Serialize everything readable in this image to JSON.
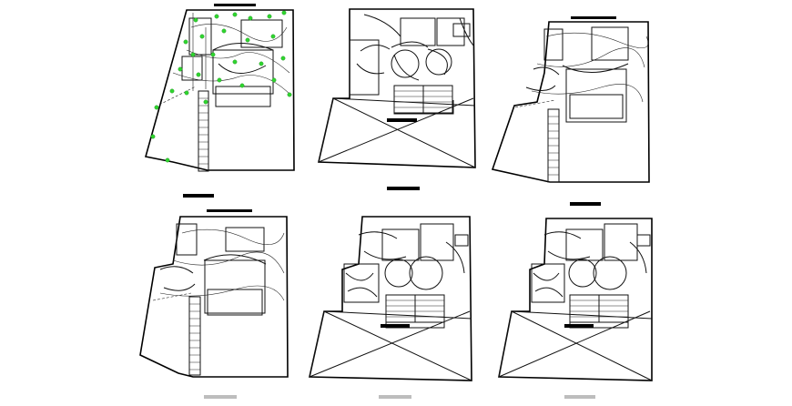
{
  "drawing": {
    "description_visible_text": "",
    "plans": [
      {
        "id": "plan-1",
        "row": 1,
        "col": 1,
        "has_green_fixtures": true,
        "has_hatched_site": false
      },
      {
        "id": "plan-2",
        "row": 1,
        "col": 2,
        "has_green_fixtures": false,
        "has_hatched_site": true
      },
      {
        "id": "plan-3",
        "row": 1,
        "col": 3,
        "has_green_fixtures": false,
        "has_hatched_site": false
      },
      {
        "id": "plan-4",
        "row": 2,
        "col": 1,
        "has_green_fixtures": false,
        "has_hatched_site": false
      },
      {
        "id": "plan-5",
        "row": 2,
        "col": 2,
        "has_green_fixtures": false,
        "has_hatched_site": true
      },
      {
        "id": "plan-6",
        "row": 2,
        "col": 3,
        "has_green_fixtures": false,
        "has_hatched_site": true
      }
    ],
    "colors": {
      "line": "#111111",
      "fixture": "#2fd52f",
      "caption_bar": "#000000",
      "caption_bar_muted": "#bdbdbd",
      "background": "#ffffff"
    }
  }
}
